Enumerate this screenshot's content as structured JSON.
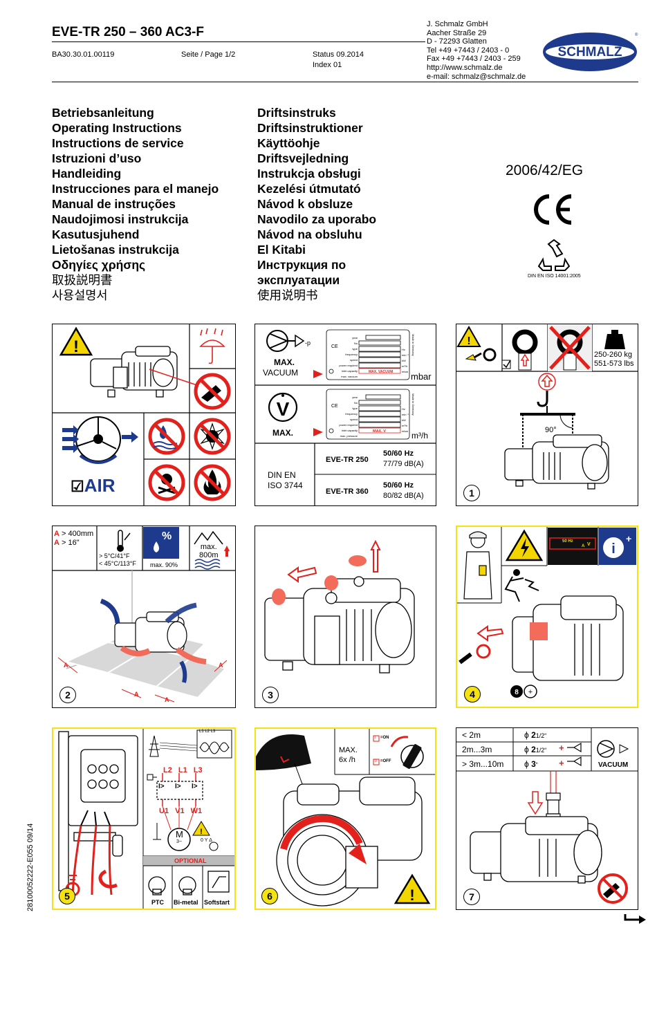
{
  "header": {
    "title": "EVE-TR 250 – 360 AC3-F",
    "doc_number": "BA30.30.01.00119",
    "page": "Seite / Page 1/2",
    "status": "Status 09.2014",
    "index": "Index 01"
  },
  "company": {
    "lines": [
      "J. Schmalz GmbH",
      "Aacher Straße 29",
      "D - 72293 Glatten",
      "Tel +49 +7443 / 2403 - 0",
      "Fax +49 +7443 / 2403 - 259",
      "http://www.schmalz.de",
      "e-mail: schmalz@schmalz.de"
    ],
    "logo_text": "SCHMALZ",
    "logo_mark": "®"
  },
  "languages": {
    "col1": [
      "Betriebsanleitung",
      "Operating Instructions",
      "Instructions de service",
      "Istruzioni d’uso",
      "Handleiding",
      "Instrucciones para el manejo",
      "Manual de instruções",
      "Naudojimosi instrukcija",
      "Kasutusjuhend",
      "Lietošanas instrukcija",
      "Οδηγίες χρήσης",
      "取扱説明書",
      "사용설명서"
    ],
    "col2": [
      "Driftsinstruks",
      "Driftsinstruktioner",
      "Käyttöohje",
      "Driftsvejledning",
      "Instrukcja obsługi",
      "Kezelési útmutató",
      "Návod k obsluze",
      "Navodilo za uporabo",
      "Návod na obsluhu",
      "El Kitabi",
      "Инструкция по",
      "эксплуатации",
      "使用说明书"
    ]
  },
  "directive": "2006/42/EG",
  "ce_mark": "CE",
  "iso_label": "DIN EN ISO 14001:2005",
  "panel_a": {
    "air_label": "AIR"
  },
  "panel_b": {
    "max_vacuum_1": "MAX.",
    "max_vacuum_2": "VACUUM",
    "unit_mbar": "mbar",
    "max_v": "MAX.",
    "unit_m3h": "m³/h",
    "plate_max_vacuum": "MAX. VACUUM",
    "plate_max_v": "MAX. V",
    "plate_fields": [
      "year",
      "No",
      "type",
      "frequency",
      "speed",
      "power required",
      "inlet capacity",
      "max. vacuum"
    ],
    "plate_fields_2": [
      "year",
      "No",
      "type",
      "frequency",
      "speed",
      "power required",
      "inlet capacity",
      "max. pressure"
    ],
    "plate_units": [
      "Hz",
      "min⁻¹",
      "kW",
      "m³/h",
      "mbar"
    ],
    "made_in": "Made in Germany",
    "din_1": "DIN EN",
    "din_2": "ISO 3744",
    "model_1": "EVE-TR 250",
    "freq_1": "50/60 Hz",
    "db_1": "77/79 dB(A)",
    "model_2": "EVE-TR 360",
    "freq_2": "50/60 Hz",
    "db_2": "80/82 dB(A)"
  },
  "panel_1": {
    "weight_kg": "250-260 kg",
    "weight_lbs": "551-573 lbs",
    "angle": "90°",
    "number": "1"
  },
  "panel_2": {
    "dist_a": "A",
    "dist_mm": "> 400mm",
    "dist_in": "> 16\"",
    "temp_1": "> 5°C/41°F",
    "temp_2": "< 45°C/113°F",
    "humidity_pct": "%",
    "humidity": "max. 90%",
    "alt_1": "max.",
    "alt_2": "800m",
    "number": "2"
  },
  "panel_3": {
    "number": "3"
  },
  "panel_4": {
    "number": "4",
    "plate_hz": "50 Hz",
    "plate_va": "V",
    "plate_a": "A"
  },
  "panel_5": {
    "number": "5",
    "lines": [
      "L1 L2 L3"
    ],
    "phases": [
      "L2",
      "L1",
      "L3"
    ],
    "terminals": [
      "U1",
      "V1",
      "W1"
    ],
    "motor": "M",
    "motor_sub": "3~",
    "optional": "OPTIONAL",
    "options": [
      "PTC",
      "Bi-metal",
      "Softstart"
    ],
    "star_delta": "0  Y  Δ"
  },
  "panel_6": {
    "number": "6",
    "max": "MAX.",
    "per_hour": "6x /h",
    "on": "=ON",
    "off": "=OFF",
    "on_sym": "I",
    "off_sym": "0"
  },
  "panel_7": {
    "number": "7",
    "rows": [
      {
        "len": "< 2m",
        "dia": "2",
        "frac": "1/2“",
        "extra": ""
      },
      {
        "len": "2m...3m",
        "dia": "2",
        "frac": "1/2“",
        "extra": "+"
      },
      {
        "len": "> 3m...10m",
        "dia": "3",
        "frac": "“",
        "extra": "+"
      }
    ],
    "phi": "ϕ",
    "vacuum": "VACUUM"
  },
  "footer": {
    "side_code": "28100052222-E055 09/14"
  },
  "colors": {
    "red": "#e2211c",
    "yellow": "#f4e211",
    "blue": "#1e3a8c",
    "warn": "#f3d500"
  }
}
